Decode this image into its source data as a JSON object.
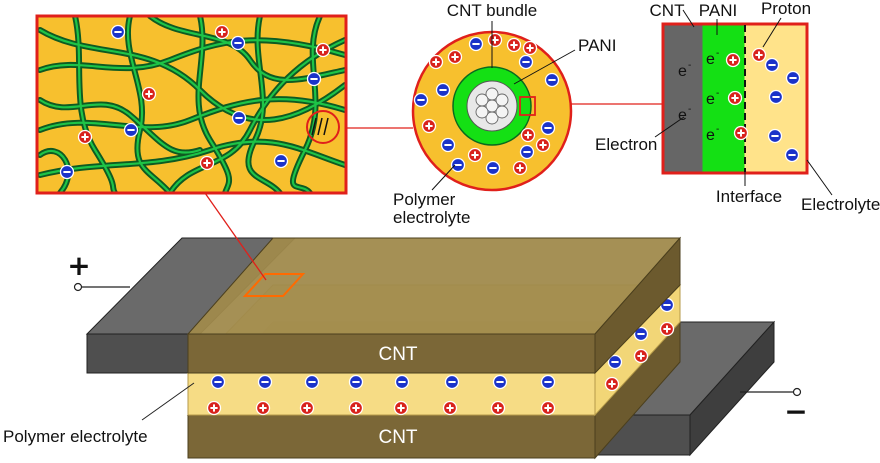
{
  "labels": {
    "cnt_bundle": "CNT bundle",
    "pani_center": "PANI",
    "polymer_electrolyte_center": [
      "Polymer",
      "electrolyte"
    ],
    "cnt_zoom": "CNT",
    "pani_zoom": "PANI",
    "proton": "Proton",
    "electron": "Electron",
    "interface": "Interface",
    "electrolyte": "Electrolyte",
    "electron_symbol": "e",
    "electron_sup": "-",
    "top_layer": "CNT",
    "bottom_layer": "CNT",
    "polymer_electrolyte_bottom": "Polymer electrolyte",
    "plus_terminal": "+",
    "minus_terminal": "−"
  },
  "colors": {
    "electrolyte_fill": "#f7c02e",
    "cnt_strand": "#1e9a3c",
    "red_frame": "#e0201b",
    "anion_blue": "#1b33c9",
    "cation_red": "#d8221c",
    "electrode_gray": "#555555",
    "cnt_layer": "#7b6737",
    "pani_green": "#14e014"
  }
}
